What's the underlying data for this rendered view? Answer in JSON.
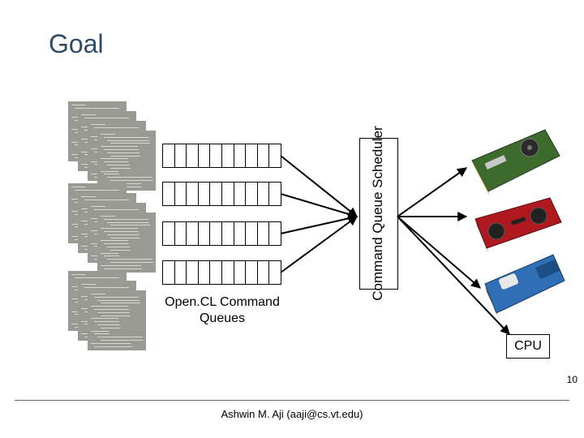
{
  "slide": {
    "title": "Goal",
    "scheduler_label": "Command Queue Scheduler",
    "queues_label": "Open.CL Command Queues",
    "cpu_label": "CPU",
    "page_number": "10",
    "footer": "Ashwin M. Aji (aaji@cs.vt.edu)"
  },
  "devices": [
    {
      "name": "gpu-green"
    },
    {
      "name": "gpu-red"
    },
    {
      "name": "accelerator-blue"
    }
  ],
  "colors": {
    "title": "#2f4a66",
    "gpu_green": "#3d6b2e",
    "gpu_red": "#b01820",
    "accelerator_blue": "#2f6fb5"
  }
}
